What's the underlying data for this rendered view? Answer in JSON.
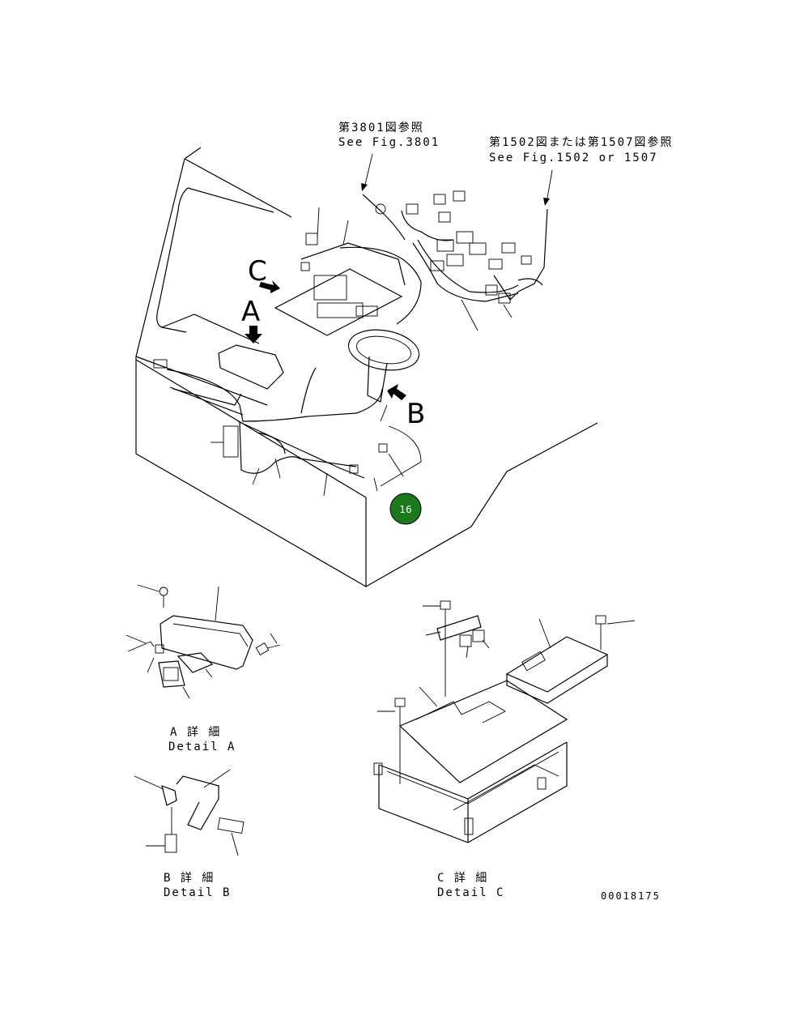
{
  "refs": {
    "fig3801_jp": "第3801図参照",
    "fig3801_en": "See Fig.3801",
    "fig1502_jp": "第1502図または第1507図参照",
    "fig1502_en": "See Fig.1502 or 1507"
  },
  "view_letters": {
    "a": "A",
    "b": "B",
    "c": "C"
  },
  "details": {
    "a_jp": "A 詳 細",
    "a_en": "Detail A",
    "b_jp": "B 詳 細",
    "b_en": "Detail B",
    "c_jp": "C 詳 細",
    "c_en": "Detail C"
  },
  "drawing_number": "00018175",
  "badge": {
    "label": "16",
    "color": "#1a7a1a"
  }
}
